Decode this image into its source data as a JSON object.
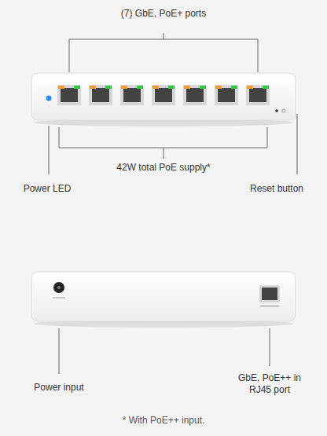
{
  "diagram": {
    "caption": "* With PoE++ input.",
    "labels": [
      "(7) GbE, PoE+ ports",
      "42W total PoE supply*",
      "Power LED",
      "Reset button",
      "Power input",
      "GbE, PoE++ in RJ45 port"
    ]
  }
}
